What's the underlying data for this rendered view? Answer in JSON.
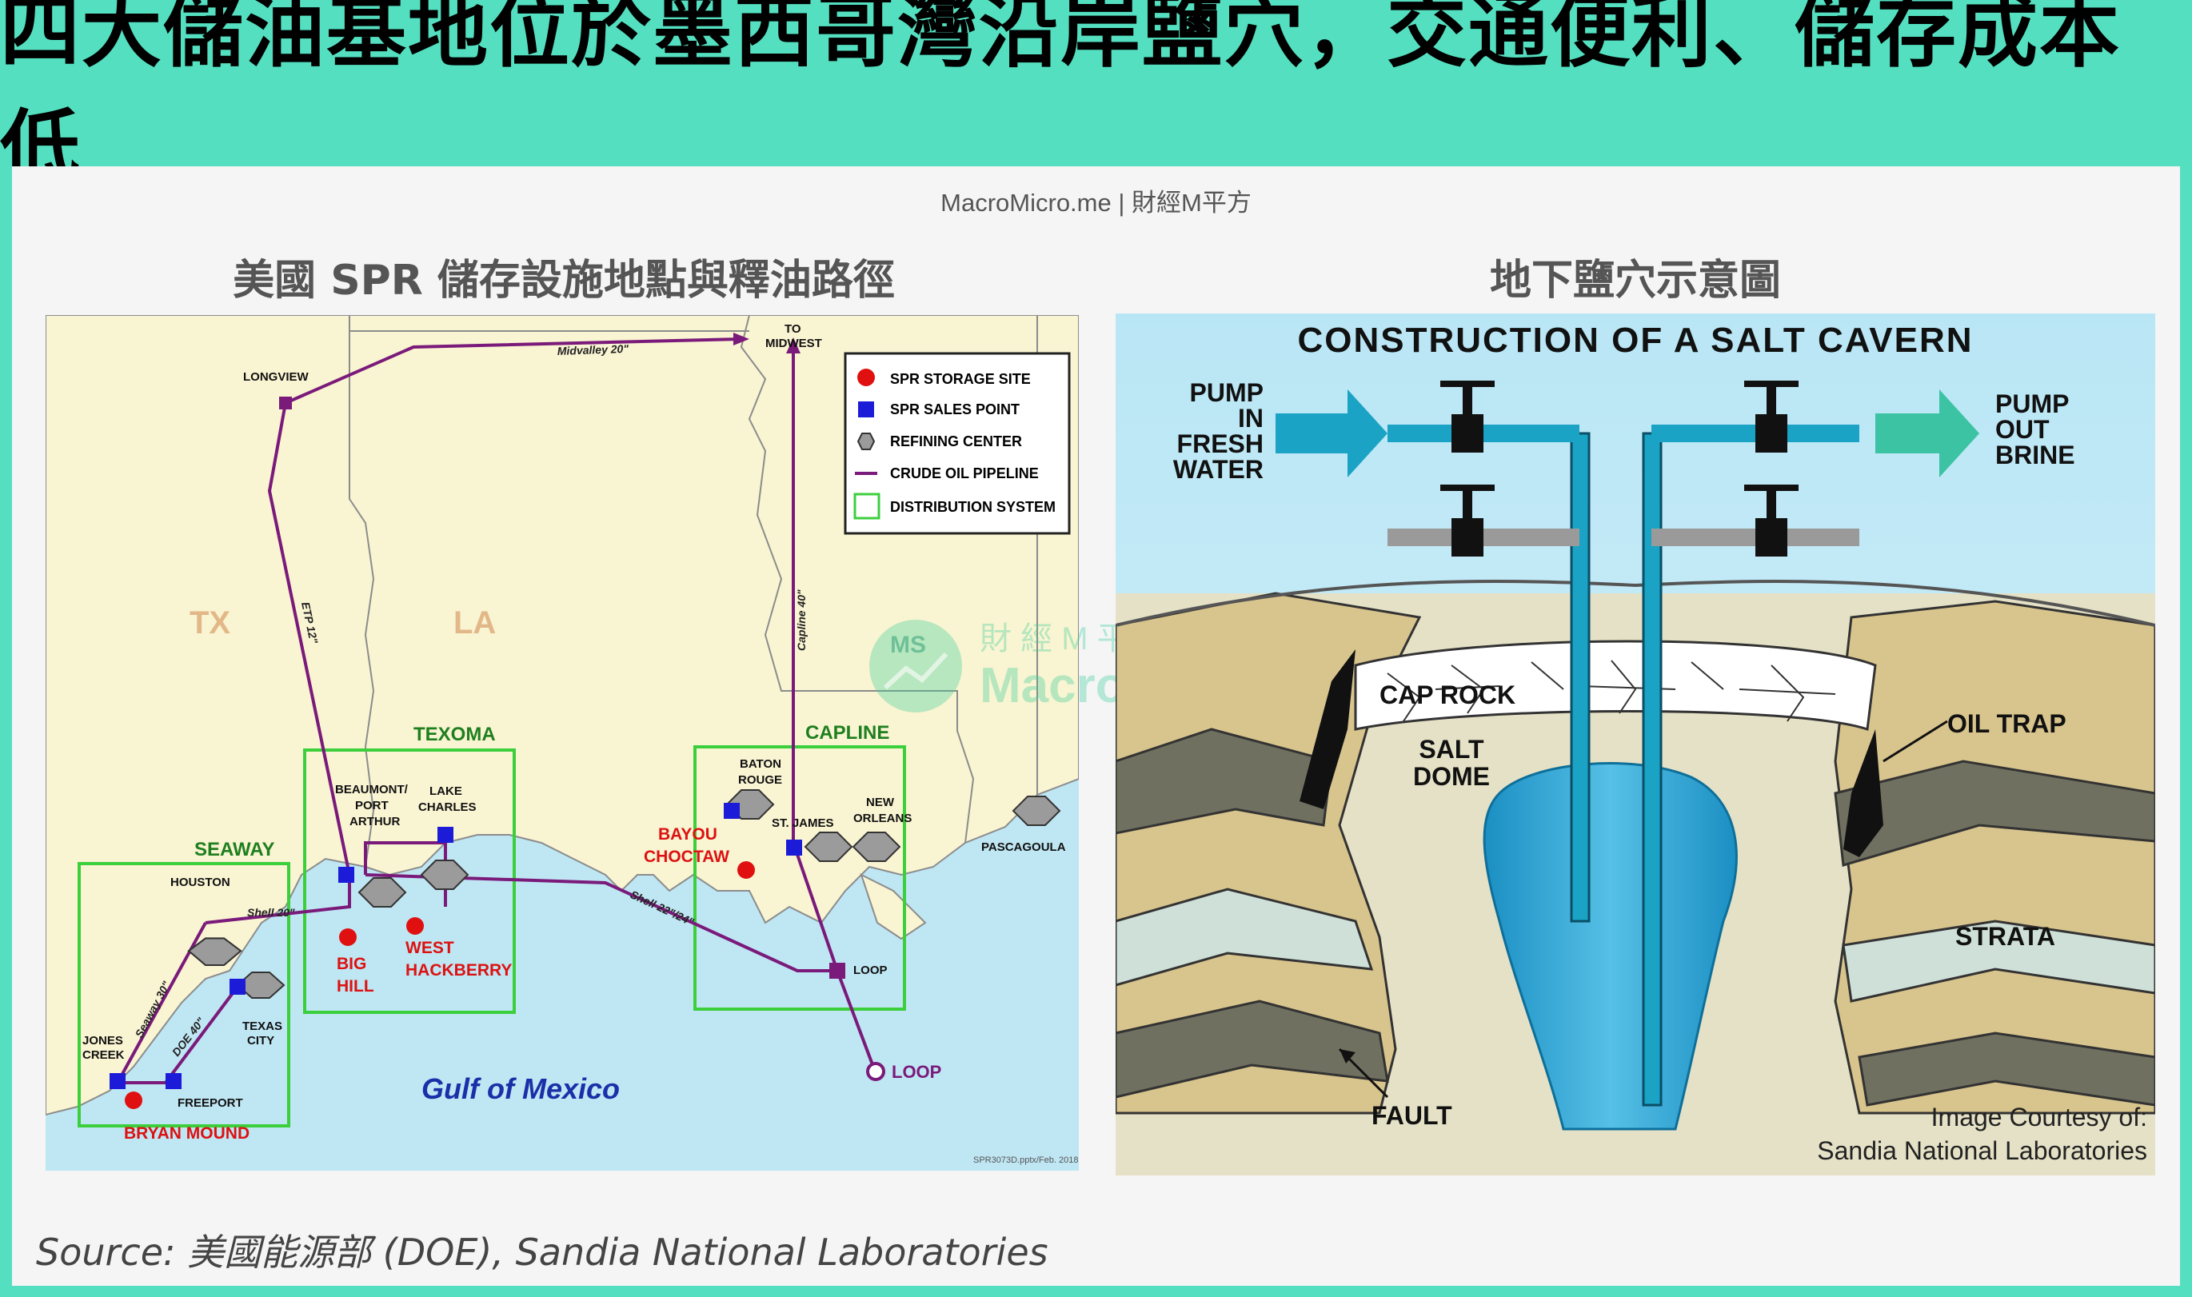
{
  "title": "四大儲油基地位於墨西哥灣沿岸鹽穴，交通便利、儲存成本低",
  "credit": "MacroMicro.me | 財經M平方",
  "left_subtitle": "美國 SPR 儲存設施地點與釋油路徑",
  "right_subtitle": "地下鹽穴示意圖",
  "source": "Source: 美國能源部 (DOE), Sandia National Laboratories",
  "watermark": {
    "cn": "財 經 M 平 方",
    "en": "MacroMicro",
    "logo": "MS"
  },
  "map": {
    "legend": [
      "SPR STORAGE SITE",
      "SPR SALES POINT",
      "REFINING CENTER",
      "CRUDE OIL PIPELINE",
      "DISTRIBUTION SYSTEM"
    ],
    "states": {
      "tx": "TX",
      "la": "LA"
    },
    "gulf": "Gulf of Mexico",
    "systems": {
      "seaway": "SEAWAY",
      "texoma": "TEXOMA",
      "capline": "CAPLINE"
    },
    "places": {
      "longview": "LONGVIEW",
      "to_midwest_1": "TO",
      "to_midwest_2": "MIDWEST",
      "houston": "HOUSTON",
      "jones_1": "JONES",
      "jones_2": "CREEK",
      "freeport": "FREEPORT",
      "texas_1": "TEXAS",
      "texas_2": "CITY",
      "beaumont_1": "BEAUMONT/",
      "beaumont_2": "PORT",
      "beaumont_3": "ARTHUR",
      "lake_1": "LAKE",
      "lake_2": "CHARLES",
      "baton_1": "BATON",
      "baton_2": "ROUGE",
      "stjames": "ST. JAMES",
      "neworleans_1": "NEW",
      "neworleans_2": "ORLEANS",
      "pascagoula": "PASCAGOULA",
      "loop_small": "LOOP",
      "loop_big": "LOOP"
    },
    "sites": {
      "bryan_mound": "BRYAN MOUND",
      "big_hill_1": "BIG",
      "big_hill_2": "HILL",
      "west_hackberry_1": "WEST",
      "west_hackberry_2": "HACKBERRY",
      "bayou_1": "BAYOU",
      "bayou_2": "CHOCTAW"
    },
    "pipelines": {
      "midvalley": "Midvalley 20\"",
      "etp": "ETP 12\"",
      "capline": "Capline 40\"",
      "shell20": "Shell 20\"",
      "seaway30": "Seaway 30\"",
      "doe40": "DOE 40\"",
      "shell2224": "Shell 22\"/24\""
    },
    "footnote": "SPR3073D.pptx/Feb. 2018"
  },
  "cavern": {
    "title": "CONSTRUCTION OF A SALT CAVERN",
    "pump_in": [
      "PUMP",
      "IN",
      "FRESH",
      "WATER"
    ],
    "pump_out": [
      "PUMP",
      "OUT",
      "BRINE"
    ],
    "cap_rock": "CAP ROCK",
    "salt_dome": [
      "SALT",
      "DOME"
    ],
    "oil_trap": "OIL TRAP",
    "strata": "STRATA",
    "fault": "FAULT",
    "courtesy_1": "Image Courtesy of:",
    "courtesy_2": "Sandia National Laboratories"
  }
}
